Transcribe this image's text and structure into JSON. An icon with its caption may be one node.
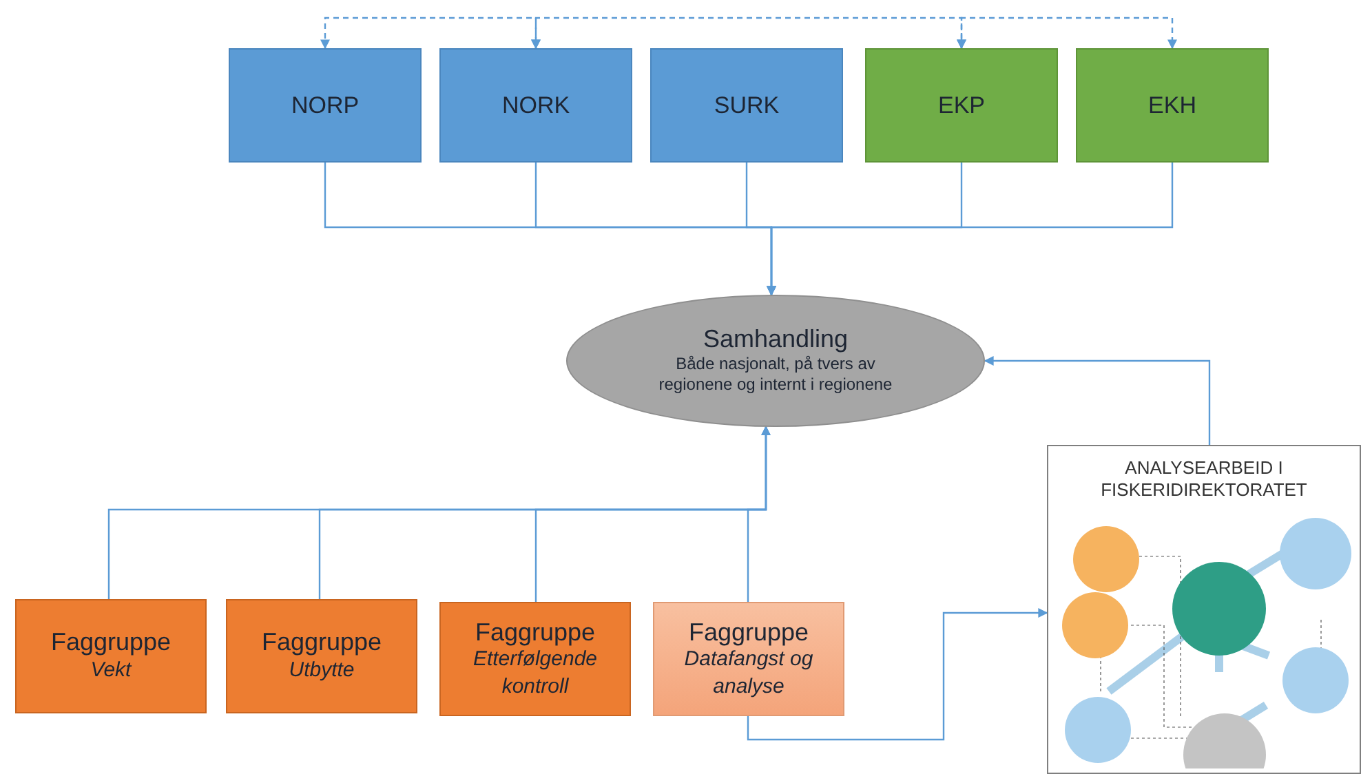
{
  "diagram": {
    "nodes": [
      {
        "text": [
          "NORP"
        ]
      },
      {
        "text": [
          "NORK"
        ]
      },
      {
        "text": [
          "SURK"
        ]
      },
      {
        "text": [
          "EKP"
        ]
      },
      {
        "text": [
          "EKH"
        ]
      },
      {
        "text": [
          "Samhandling",
          "Både nasjonalt, på tvers av regionene og internt i regionene"
        ]
      },
      {
        "text": [
          "Faggruppe",
          "Vekt"
        ]
      },
      {
        "text": [
          "Faggruppe",
          "Utbytte"
        ]
      },
      {
        "text": [
          "Faggruppe",
          "Etterfølgende kontroll"
        ]
      },
      {
        "text": [
          "Faggruppe",
          "Datafangst og analyse"
        ]
      },
      {
        "text": [
          "ANALYSEARBEID I FISKERIDIREKTORATET"
        ]
      }
    ],
    "edges": [
      {
        "from": 0,
        "to": 1,
        "arrow": "both",
        "style": "dashed"
      },
      {
        "from": 1,
        "to": 3,
        "arrow": "both",
        "style": "dashed"
      },
      {
        "from": 3,
        "to": 4,
        "arrow": "both",
        "style": "dashed"
      },
      {
        "from": 0,
        "to": 5,
        "arrow": "to"
      },
      {
        "from": 1,
        "to": 5,
        "arrow": "to"
      },
      {
        "from": 2,
        "to": 5,
        "arrow": "to"
      },
      {
        "from": 3,
        "to": 5,
        "arrow": "to"
      },
      {
        "from": 4,
        "to": 5,
        "arrow": "to"
      },
      {
        "from": 6,
        "to": 5,
        "arrow": "to"
      },
      {
        "from": 7,
        "to": 5,
        "arrow": "to"
      },
      {
        "from": 8,
        "to": 5,
        "arrow": "to"
      },
      {
        "from": 9,
        "to": 5,
        "arrow": "to"
      },
      {
        "from": 9,
        "to": 10,
        "arrow": "to"
      },
      {
        "from": 10,
        "to": 5,
        "arrow": "to"
      }
    ]
  }
}
